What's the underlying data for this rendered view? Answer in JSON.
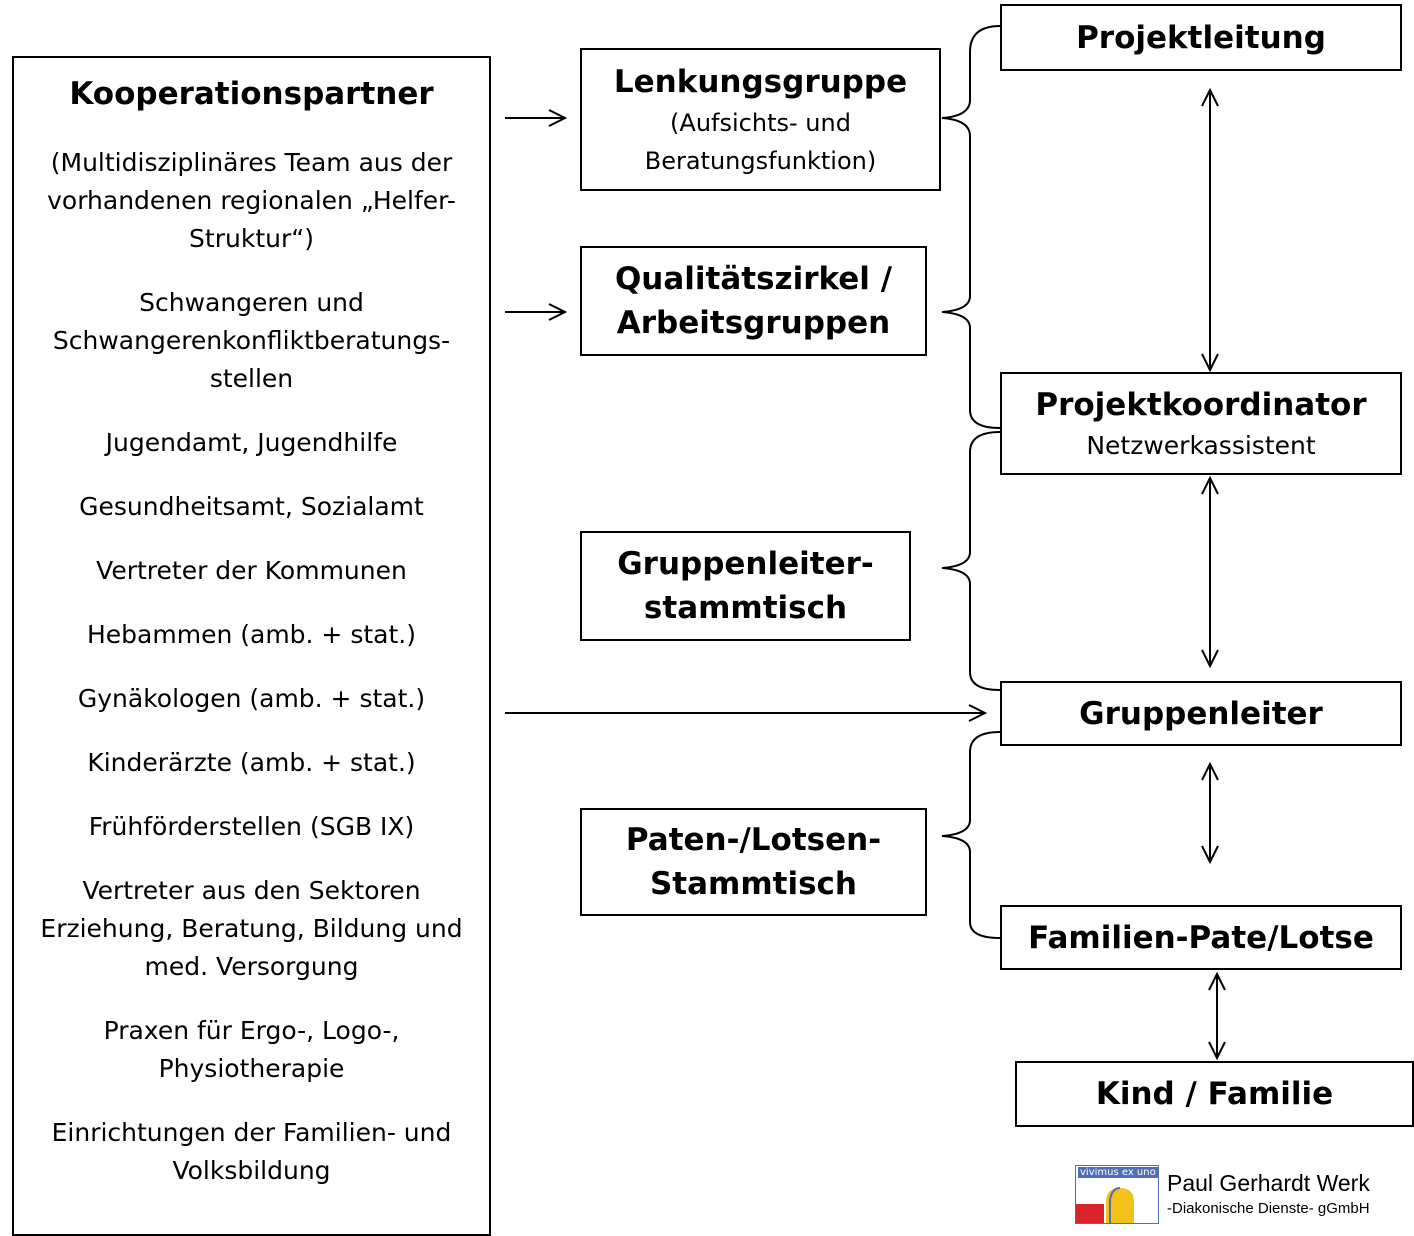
{
  "partners": {
    "title": "Kooperationspartner",
    "groups": [
      [
        "(Multidisziplinäres Team aus der",
        "vorhandenen regionalen „Helfer-",
        "Struktur“)"
      ],
      [
        "Schwangeren und",
        "Schwangerenkonfliktberatungs-",
        "stellen"
      ],
      [
        "Jugendamt, Jugendhilfe"
      ],
      [
        "Gesundheitsamt, Sozialamt"
      ],
      [
        "Vertreter der Kommunen"
      ],
      [
        "Hebammen (amb. + stat.)"
      ],
      [
        "Gynäkologen (amb. + stat.)"
      ],
      [
        "Kinderärzte (amb. + stat.)"
      ],
      [
        "Frühförderstellen (SGB IX)"
      ],
      [
        "Vertreter aus den Sektoren",
        "Erziehung, Beratung, Bildung und",
        "med. Versorgung"
      ],
      [
        "Praxen für Ergo-, Logo-,",
        "Physiotherapie"
      ],
      [
        "Einrichtungen der Familien- und",
        "Volksbildung"
      ]
    ]
  },
  "lenkungsgruppe": {
    "title": "Lenkungsgruppe",
    "sub1": "(Aufsichts- und",
    "sub2": "Beratungsfunktion)"
  },
  "qualitaetszirkel": {
    "line1": "Qualitätszirkel /",
    "line2": "Arbeitsgruppen"
  },
  "gruppenleiterstammtisch": {
    "line1": "Gruppenleiter-",
    "line2": "stammtisch"
  },
  "patenstammtisch": {
    "line1": "Paten-/Lotsen-",
    "line2": "Stammtisch"
  },
  "projektleitung": {
    "title": "Projektleitung"
  },
  "projektkoordinator": {
    "title": "Projektkoordinator",
    "sub": "Netzwerkassistent"
  },
  "gruppenleiter": {
    "title": "Gruppenleiter"
  },
  "familienpate": {
    "title": "Familien-Pate/Lotse"
  },
  "kindfamilie": {
    "title": "Kind / Familie"
  },
  "logo": {
    "motto": "vivimus ex uno",
    "name": "Paul Gerhardt Werk",
    "sub": "-Diakonische Dienste- gGmbH",
    "colors": {
      "blue": "#4f6fb6",
      "red": "#d9242b",
      "yellow": "#f2c21b"
    }
  }
}
